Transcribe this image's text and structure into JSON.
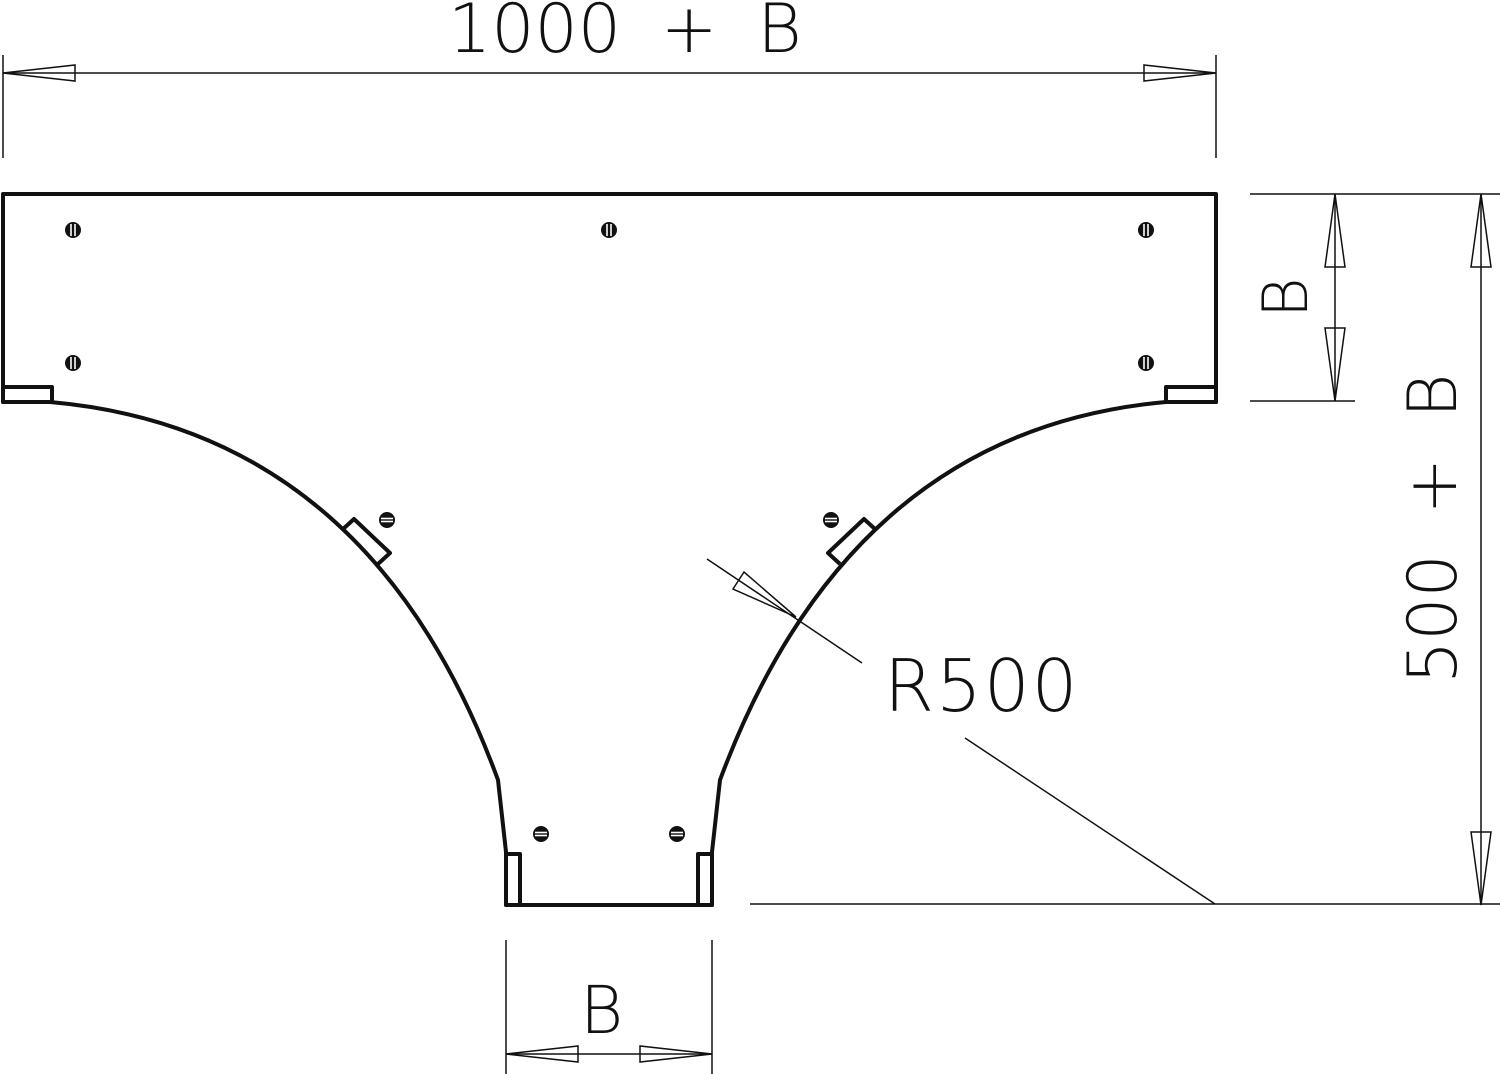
{
  "drawing": {
    "type": "T-piece cover, cable tray (top view)",
    "line_color": "#111111",
    "background": "#ffffff"
  },
  "dimensions": {
    "top_width": "1000 + B",
    "branch_width_right": "B",
    "total_height": "500 + B",
    "bottom_width": "B",
    "radius": "R500"
  }
}
